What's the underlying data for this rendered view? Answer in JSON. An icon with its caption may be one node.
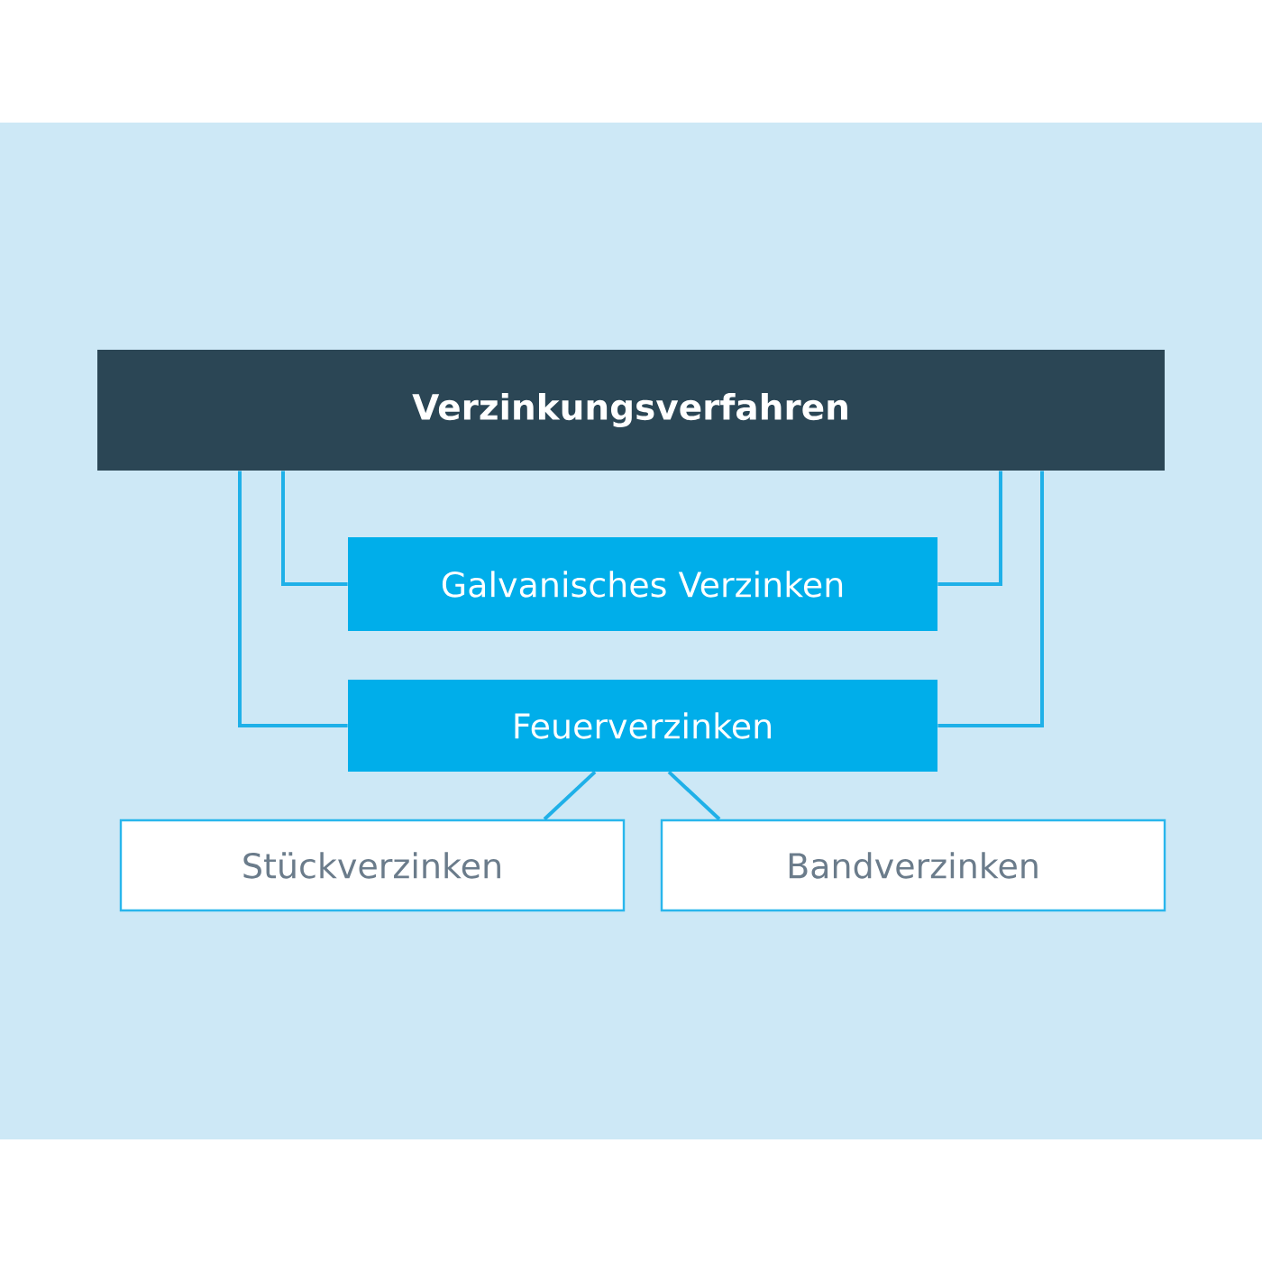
{
  "diagram": {
    "nodes": [
      {
        "text": [
          "Verzinkungsverfahren"
        ]
      },
      {
        "text": [
          "Galvanisches Verzinken"
        ]
      },
      {
        "text": [
          "Feuerverzinken"
        ]
      },
      {
        "text": [
          "Stückverzinken"
        ]
      },
      {
        "text": [
          "Bandverzinken"
        ]
      }
    ],
    "edges": [
      {
        "from": 0,
        "to": 1,
        "arrow": "none"
      },
      {
        "from": 0,
        "to": 1,
        "arrow": "none"
      },
      {
        "from": 0,
        "to": 2,
        "arrow": "none"
      },
      {
        "from": 0,
        "to": 2,
        "arrow": "none"
      },
      {
        "from": 2,
        "to": 3,
        "arrow": "none"
      },
      {
        "from": 2,
        "to": 4,
        "arrow": "none"
      }
    ]
  }
}
